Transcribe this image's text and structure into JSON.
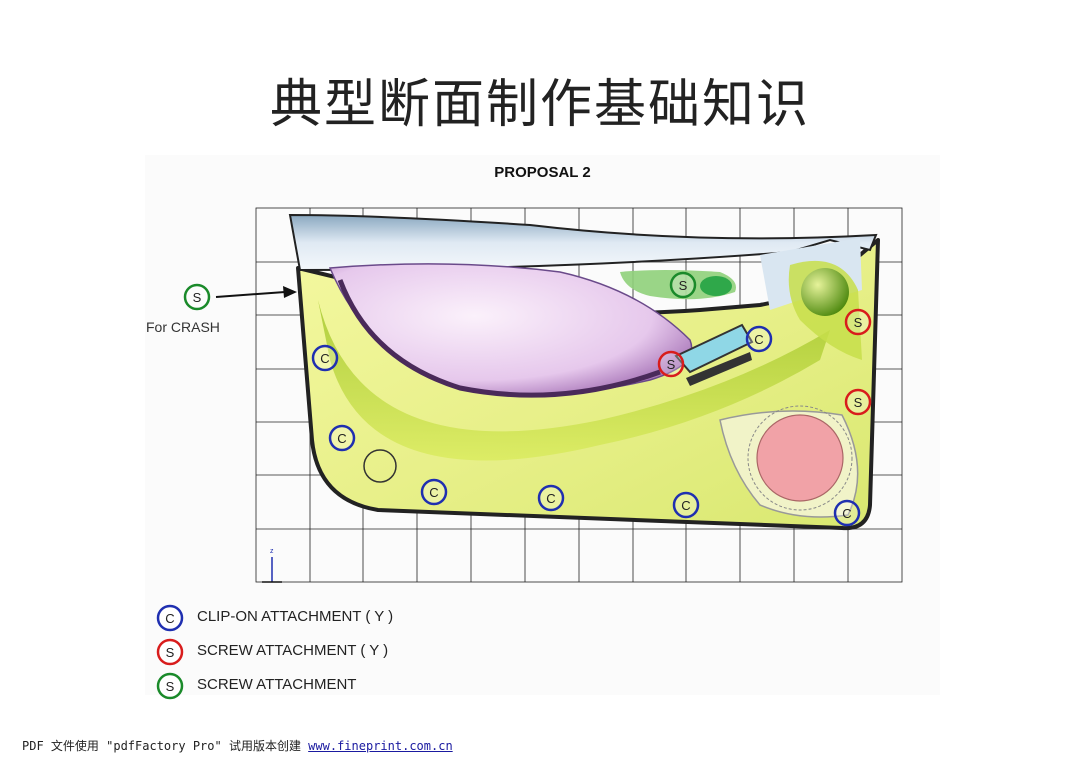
{
  "page": {
    "title": "典型断面制作基础知识"
  },
  "figure": {
    "title": "PROPOSAL 2",
    "crash_label": "For CRASH",
    "axis_label": "z",
    "markers": [
      {
        "letter": "S",
        "color": "green"
      },
      {
        "letter": "C",
        "color": "blue"
      },
      {
        "letter": "C",
        "color": "blue"
      },
      {
        "letter": "C",
        "color": "blue"
      },
      {
        "letter": "C",
        "color": "blue"
      },
      {
        "letter": "C",
        "color": "blue"
      },
      {
        "letter": "C",
        "color": "blue"
      },
      {
        "letter": "C",
        "color": "blue"
      },
      {
        "letter": "S",
        "color": "red"
      },
      {
        "letter": "S",
        "color": "red"
      },
      {
        "letter": "S",
        "color": "red"
      },
      {
        "letter": "S",
        "color": "green"
      }
    ]
  },
  "legend": [
    {
      "letter": "C",
      "color": "#1f2fb0",
      "text": "CLIP-ON ATTACHMENT ( Y )"
    },
    {
      "letter": "S",
      "color": "#d81c1c",
      "text": "SCREW ATTACHMENT ( Y )"
    },
    {
      "letter": "S",
      "color": "#1a8a2a",
      "text": "SCREW ATTACHMENT"
    }
  ],
  "colors": {
    "blue": "#1f2fb0",
    "red": "#d81c1c",
    "green": "#1a8a2a"
  },
  "footer": {
    "text": "PDF 文件使用 \"pdfFactory Pro\" 试用版本创建 ",
    "link": "www.fineprint.com.cn"
  }
}
